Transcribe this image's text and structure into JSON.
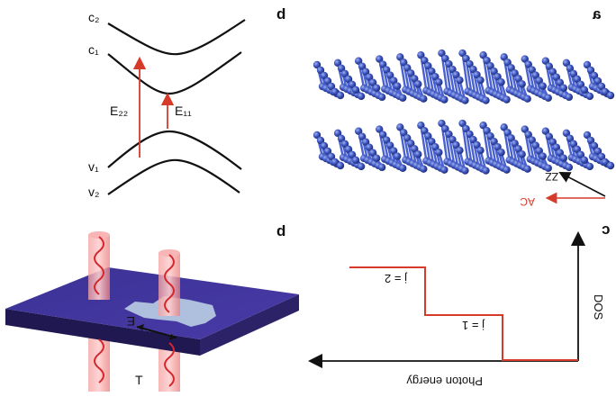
{
  "panels": {
    "a": {
      "label": "a",
      "axes": {
        "zz": "ZZ",
        "ac": "AC"
      },
      "colors": {
        "atom": "#3d55c0",
        "bond": "#4a62cf",
        "ac_arrow": "#d63a2a"
      }
    },
    "b": {
      "label": "b",
      "field_label": "E",
      "transmission_label": "T",
      "colors": {
        "slab_top": "#3f2f96",
        "slab_side": "#24195a",
        "beam": "#f39a9a",
        "wave": "#d5262a",
        "flake": "#a9c2dc"
      }
    },
    "c": {
      "label": "c",
      "xlabel": "Photon energy",
      "ylabel": "DOS",
      "step_labels": [
        "j = 1",
        "j = 2"
      ],
      "colors": {
        "steps": "#d63a2a",
        "axes": "#111111"
      }
    },
    "d": {
      "label": "b",
      "bands": {
        "c1": "c₁",
        "c2": "c₂",
        "v1": "v₁",
        "v2": "v₂"
      },
      "transitions": {
        "e11": "E₁₁",
        "e22": "E₂₂"
      },
      "colors": {
        "bands": "#111111",
        "arrows": "#d63a2a"
      }
    }
  }
}
